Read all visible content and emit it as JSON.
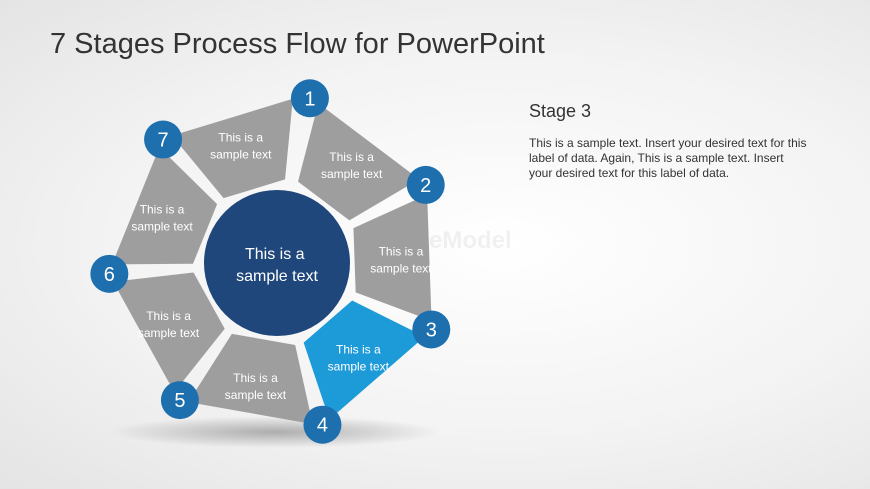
{
  "title": "7 Stages Process Flow for PowerPoint",
  "watermark": "SlideModel",
  "center_text": [
    "This is a",
    "sample text"
  ],
  "colors": {
    "segment": "#9e9e9e",
    "segment_active": "#1d9ad8",
    "center": "#1f477b",
    "badge": "#1e6fae",
    "text_light": "#ffffff"
  },
  "active_stage": 3,
  "segments": [
    {
      "number": "1",
      "label": [
        "This is a",
        "sample text"
      ]
    },
    {
      "number": "2",
      "label": [
        "This is a",
        "sample text"
      ]
    },
    {
      "number": "3",
      "label": [
        "This is a",
        "sample text"
      ]
    },
    {
      "number": "4",
      "label": [
        "This is a",
        "sample text"
      ]
    },
    {
      "number": "5",
      "label": [
        "This is a",
        "sample text"
      ]
    },
    {
      "number": "6",
      "label": [
        "This is a",
        "sample text"
      ]
    },
    {
      "number": "7",
      "label": [
        "This is a",
        "sample text"
      ]
    }
  ],
  "detail": {
    "heading": "Stage  3",
    "body": "This is a sample text. Insert your desired text for this label of data. Again, This is a sample text. Insert your desired text for this label of data."
  }
}
